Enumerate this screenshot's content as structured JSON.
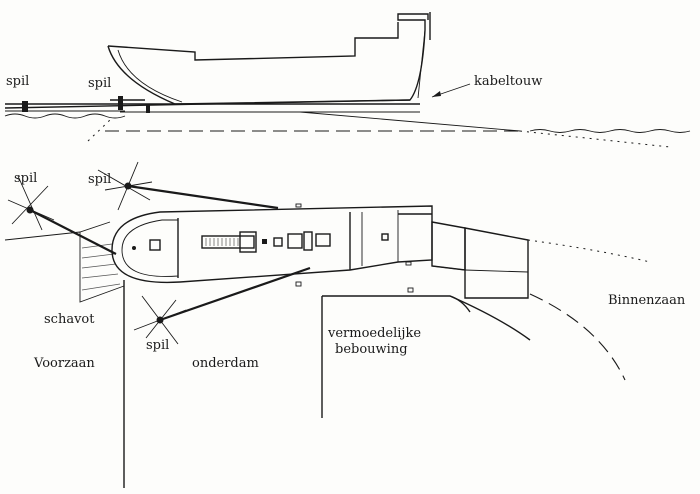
{
  "labels": {
    "spil": "spil",
    "kabeltouw": "kabeltouw",
    "schavot": "schavot",
    "voorzaan": "Voorzaan",
    "onderdam": "onderdam",
    "bebouwing_line1": "vermoedelijke",
    "bebouwing_line2": "bebouwing",
    "binnenzaan": "Binnenzaan"
  },
  "colors": {
    "ink": "#1a1a1a",
    "paper": "#fdfdfb"
  }
}
